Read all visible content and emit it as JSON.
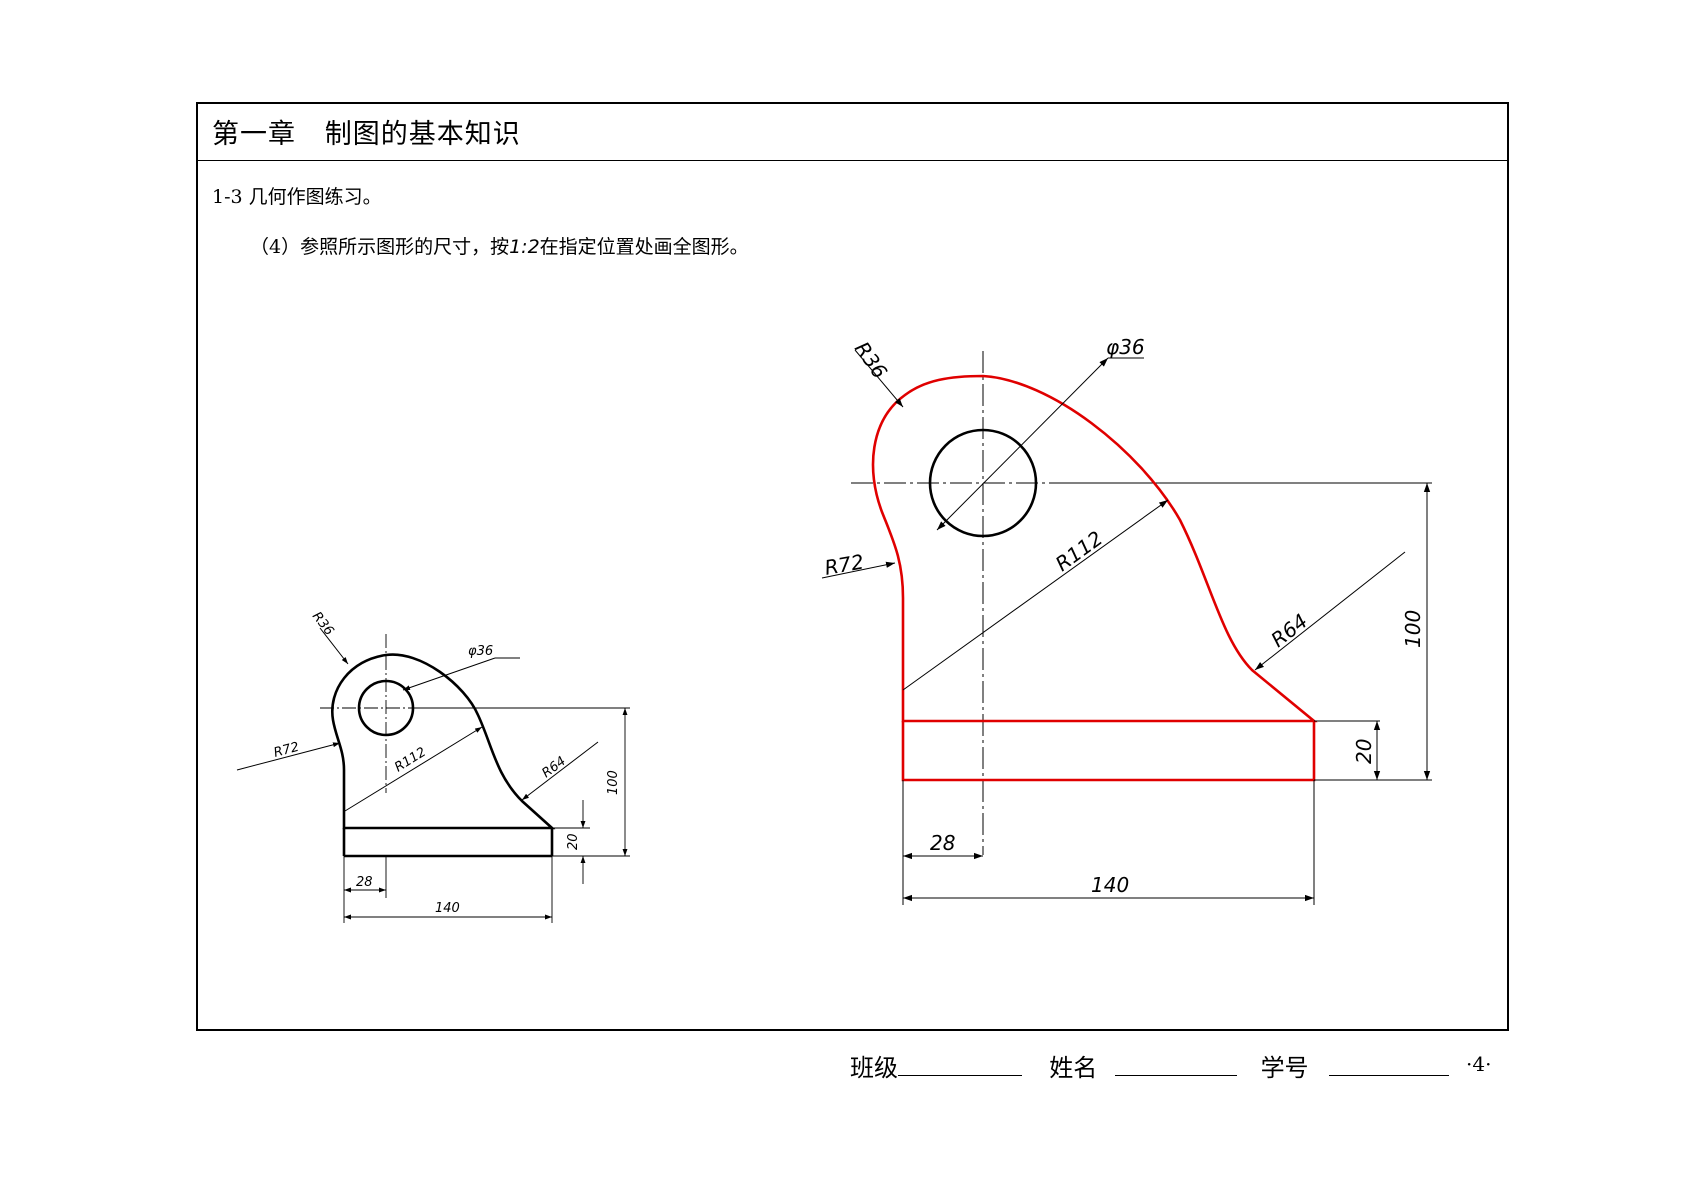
{
  "header": {
    "chapter_title": "第一章   制图的基本知识"
  },
  "exercise": {
    "section": "1-3 几何作图练习。",
    "task_prefix": "（4）参照所示图形的尺寸，按",
    "task_scale": "1:2",
    "task_suffix": "在指定位置处画全图形。"
  },
  "reference_drawing": {
    "dims": {
      "r36": "R36",
      "d36": "φ36",
      "r72": "R72",
      "r112": "R112",
      "r64": "R64",
      "h100": "100",
      "h20": "20",
      "w28": "28",
      "w140": "140"
    }
  },
  "answer_drawing": {
    "outline_color": "#e00000",
    "dims": {
      "r36": "R36",
      "d36": "φ36",
      "r72": "R72",
      "r112": "R112",
      "r64": "R64",
      "h100": "100",
      "h20": "20",
      "w28": "28",
      "w140": "140"
    }
  },
  "footer": {
    "class_label": "班级",
    "name_label": "姓名",
    "id_label": "学号",
    "page_number": "·4·"
  }
}
